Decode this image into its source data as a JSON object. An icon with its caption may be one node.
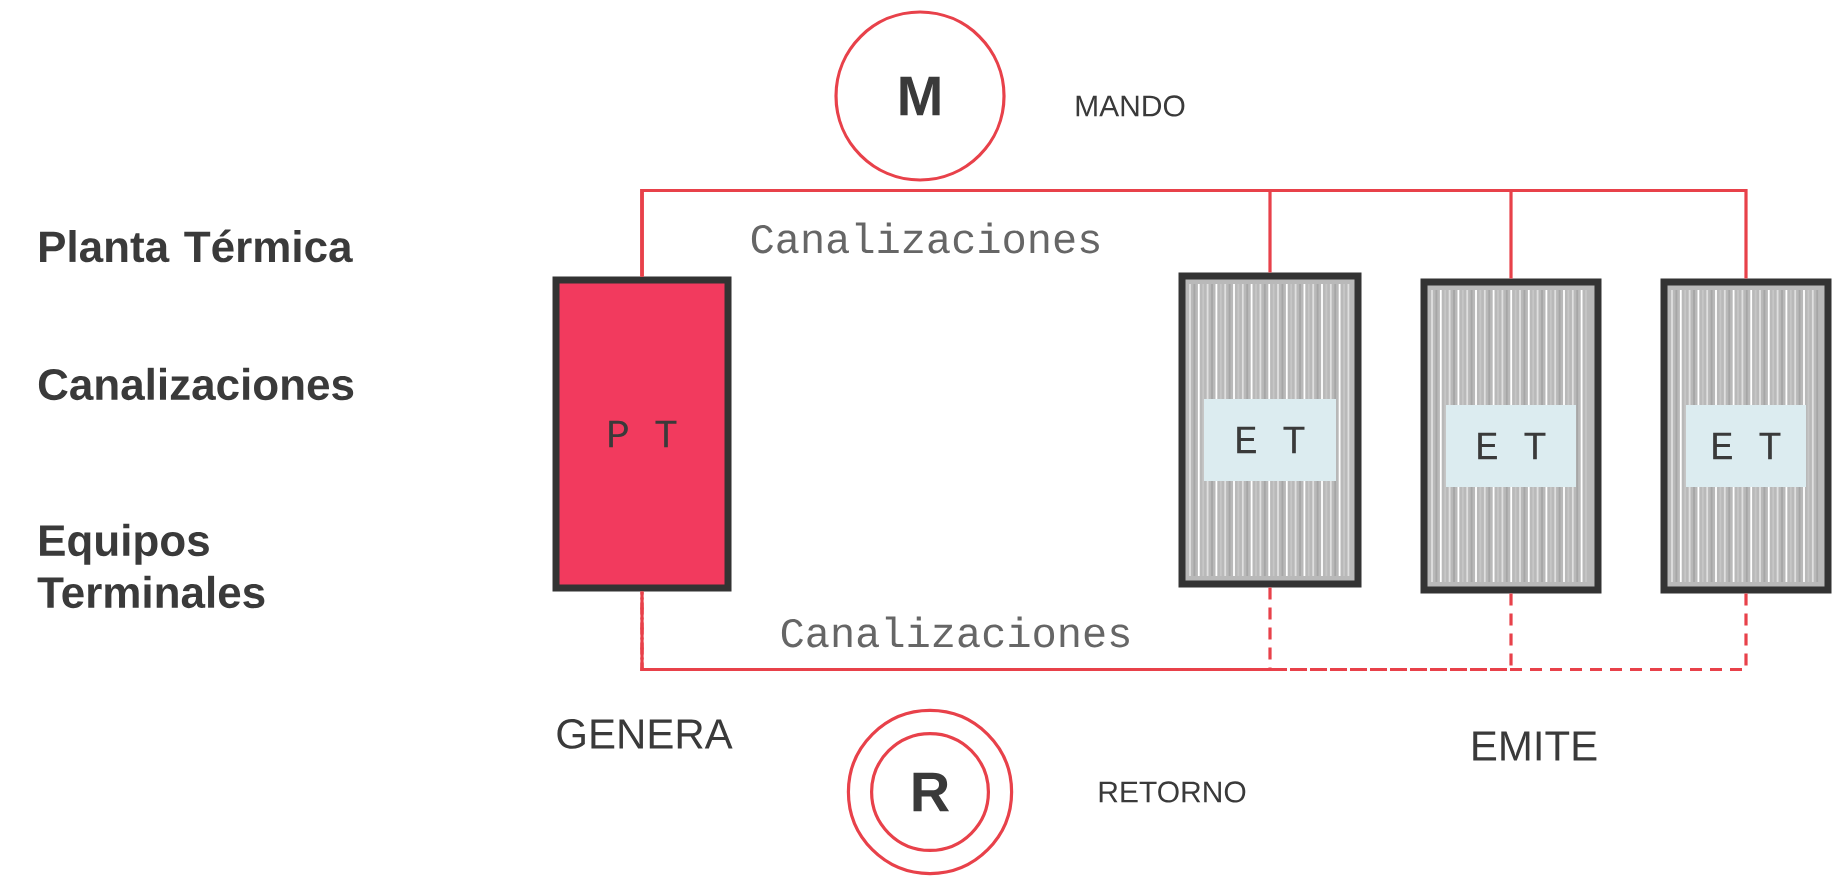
{
  "diagram": {
    "nodes": [
      {
        "text": [
          "M"
        ],
        "beside": [
          "MANDO"
        ]
      },
      {
        "text": [
          "R"
        ],
        "beside": [
          "RETORNO"
        ]
      },
      {
        "text": [
          "P T"
        ],
        "beside": [
          "GENERA"
        ]
      },
      {
        "text": [
          "E T"
        ]
      },
      {
        "text": [
          "E T"
        ]
      },
      {
        "text": [
          "E T"
        ]
      }
    ],
    "edges": [
      {
        "from": 2,
        "to": 3,
        "arrow": "none",
        "label": "Canalizaciones"
      },
      {
        "from": 2,
        "to": 4,
        "arrow": "none"
      },
      {
        "from": 2,
        "to": 5,
        "arrow": "none"
      },
      {
        "from": 3,
        "to": 2,
        "arrow": "none",
        "style": "dashed",
        "label": "Canalizaciones"
      },
      {
        "from": 4,
        "to": 2,
        "arrow": "none",
        "style": "dashed"
      },
      {
        "from": 5,
        "to": 2,
        "arrow": "none",
        "style": "dashed"
      }
    ],
    "labels": [
      "Planta Térmica",
      "Canalizaciones",
      "Equipos Terminales",
      "EMITE"
    ]
  }
}
